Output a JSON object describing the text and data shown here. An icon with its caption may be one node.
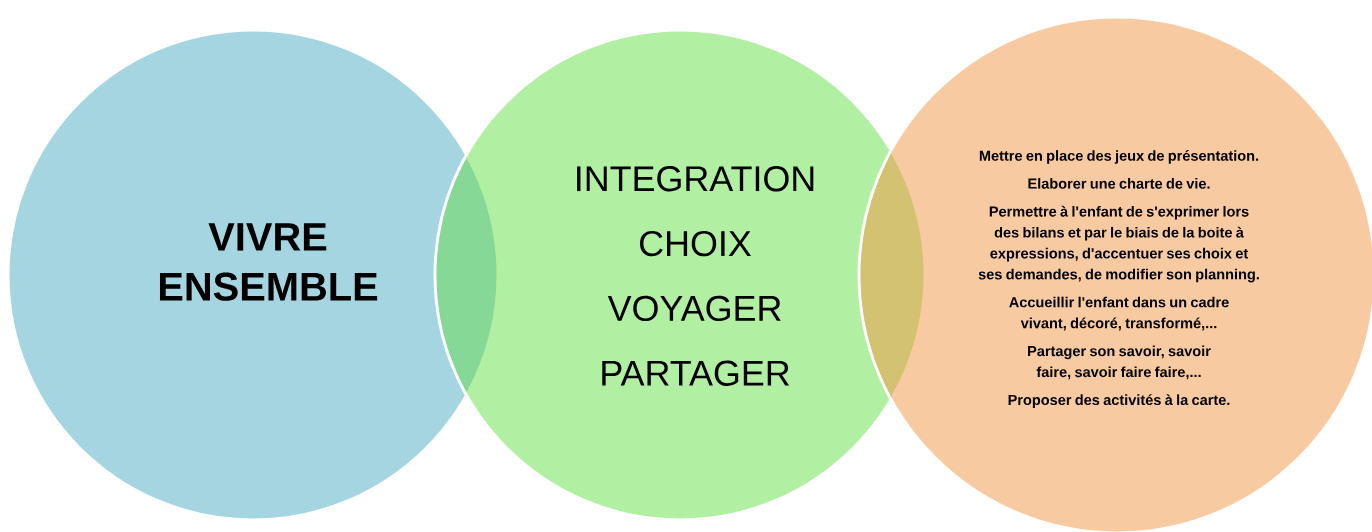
{
  "diagram": {
    "nodes": [
      {
        "text": [
          "VIVRE ENSEMBLE"
        ]
      },
      {
        "text": [
          "INTEGRATION",
          "CHOIX",
          "VOYAGER",
          "PARTAGER"
        ]
      },
      {
        "text": [
          "Mettre en place des jeux de présentation.",
          "Elaborer une charte de vie.",
          "Permettre à l'enfant de s'exprimer lors des bilans et par le biais de la boite à expressions, d'accentuer ses choix et ses demandes, de modifier son planning.",
          "Accueillir l'enfant dans un cadre vivant, décoré, transformé,...",
          "Partager son savoir, savoir faire, savoir faire faire,...",
          "Proposer des activités à la carte."
        ]
      },
      {
        "text": [],
        "shape": "lens"
      },
      {
        "text": [],
        "shape": "lens"
      }
    ]
  }
}
